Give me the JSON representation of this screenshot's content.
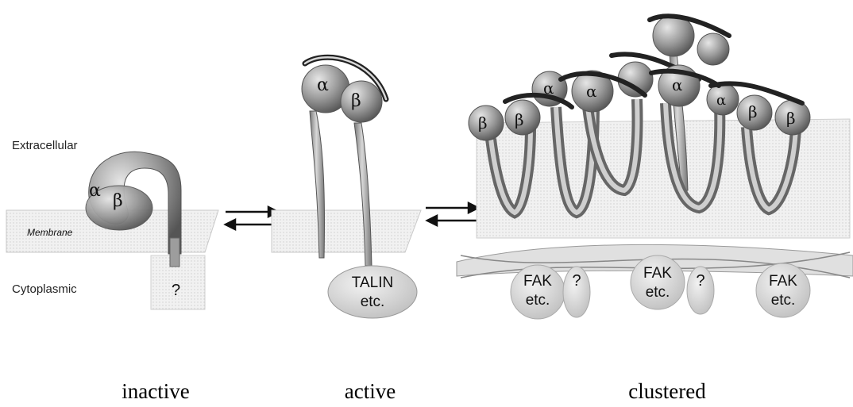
{
  "labels": {
    "extracellular": "Extracellular",
    "membrane": "Membrane",
    "cytoplasmic": "Cytoplasmic"
  },
  "states": {
    "inactive": "inactive",
    "active": "active",
    "clustered": "clustered"
  },
  "subunits": {
    "alpha": "α",
    "beta": "β"
  },
  "unknown_mark": "?",
  "proteins": {
    "talin_line1": "TALIN",
    "talin_line2": "etc.",
    "fak_line1": "FAK",
    "fak_line2": "etc."
  }
}
